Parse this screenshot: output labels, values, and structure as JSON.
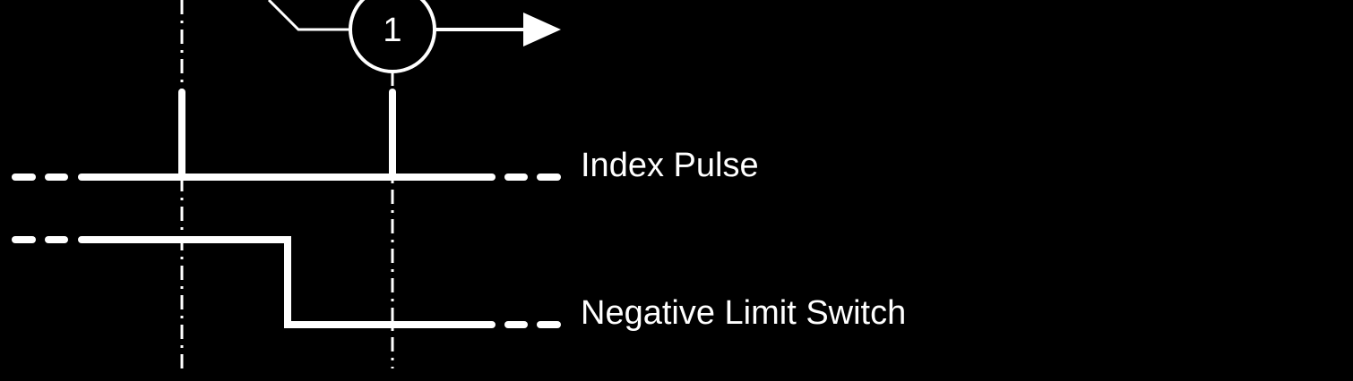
{
  "colors": {
    "background": "#000000",
    "foreground": "#ffffff"
  },
  "signals": {
    "index_pulse": {
      "label": "Index Pulse"
    },
    "negative_limit_switch": {
      "label": "Negative Limit Switch"
    }
  },
  "marker": {
    "label": "1",
    "direction_icon": "arrow-right-icon"
  }
}
